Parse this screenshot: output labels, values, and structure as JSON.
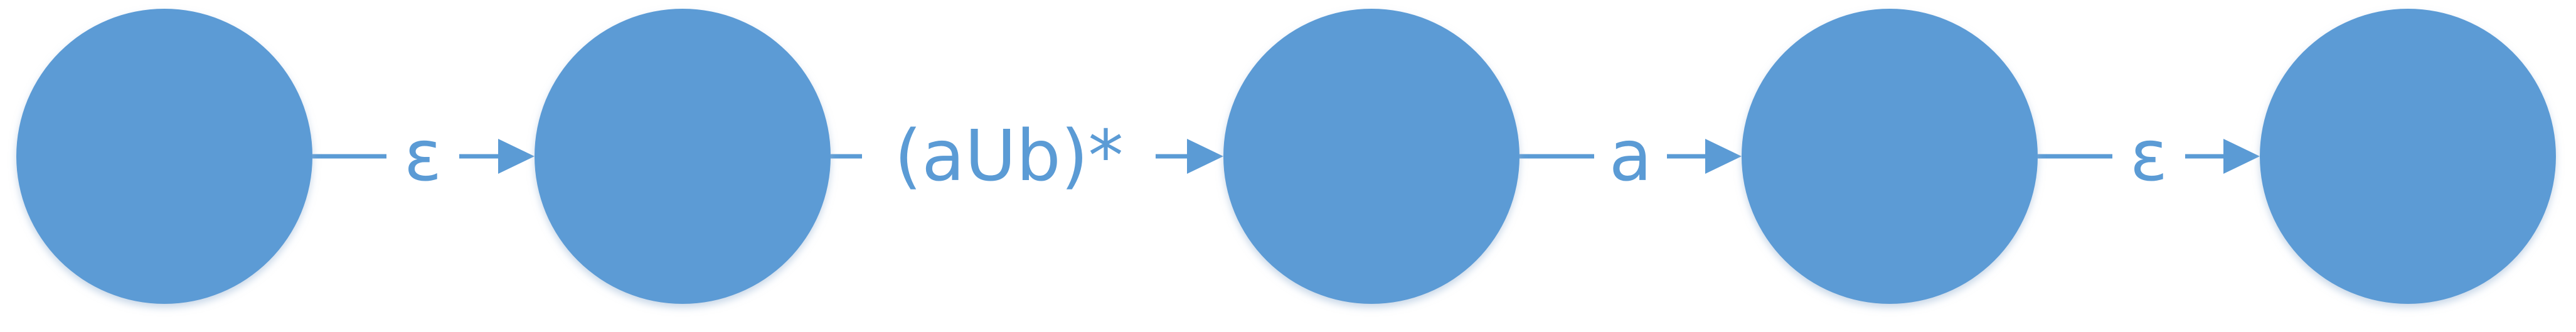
{
  "diagram": {
    "colors": {
      "node_fill": "#5b9bd5",
      "edge_color": "#5b9bd5",
      "label_color": "#5b9bd5"
    },
    "nodes": [
      {
        "id": "s0"
      },
      {
        "id": "s1"
      },
      {
        "id": "s2"
      },
      {
        "id": "s3"
      },
      {
        "id": "s4"
      }
    ],
    "edges": [
      {
        "from": "s0",
        "to": "s1",
        "label": "ε"
      },
      {
        "from": "s1",
        "to": "s2",
        "label": "(aUb)*"
      },
      {
        "from": "s2",
        "to": "s3",
        "label": "a"
      },
      {
        "from": "s3",
        "to": "s4",
        "label": "ε"
      }
    ]
  }
}
